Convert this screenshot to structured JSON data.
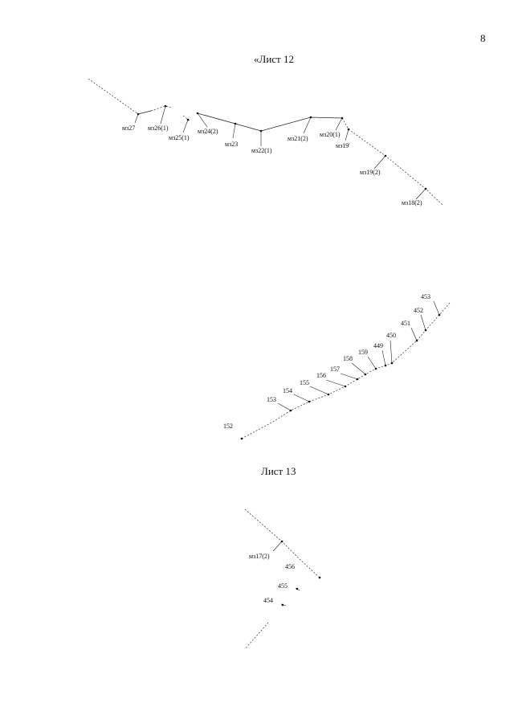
{
  "page_number": "8",
  "sheet12": {
    "title": "«Лист 12",
    "upper_labels": [
      "мз27",
      "мз26(1)",
      "мз25(1)",
      "мз24(2)",
      "мз23",
      "мз22(1)",
      "мз21(2)",
      "мз20(1)",
      "мз19'",
      "мз19(2)",
      "мз18(2)"
    ],
    "lower_labels": [
      "453",
      "452",
      "451",
      "450",
      "449",
      "159",
      "158",
      "157",
      "156",
      "155",
      "154",
      "153",
      "152"
    ]
  },
  "sheet13": {
    "title": "Лист 13",
    "labels": [
      "мз17(2)",
      "456",
      "455",
      "454"
    ]
  }
}
